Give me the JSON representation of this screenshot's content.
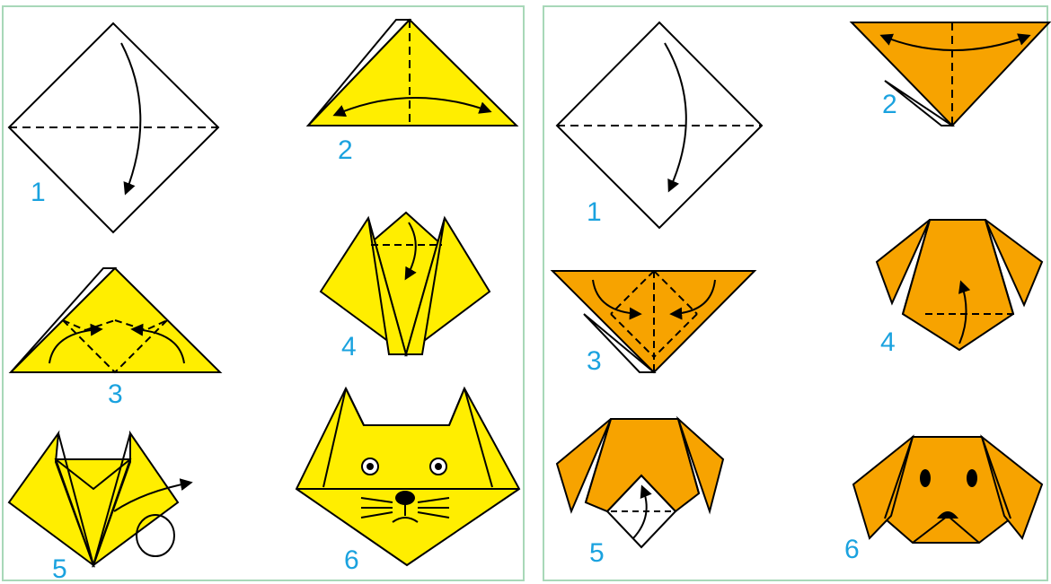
{
  "colors": {
    "cat_paper": "#ffee00",
    "dog_paper": "#f7a300",
    "outline": "#000000",
    "step_number": "#1aa2df",
    "panel_border": "#a8d8b8"
  },
  "cat_instructions": {
    "steps": [
      {
        "number": "1"
      },
      {
        "number": "2"
      },
      {
        "number": "3"
      },
      {
        "number": "4"
      },
      {
        "number": "5"
      },
      {
        "number": "6"
      }
    ]
  },
  "dog_instructions": {
    "steps": [
      {
        "number": "1"
      },
      {
        "number": "2"
      },
      {
        "number": "3"
      },
      {
        "number": "4"
      },
      {
        "number": "5"
      },
      {
        "number": "6"
      }
    ]
  }
}
